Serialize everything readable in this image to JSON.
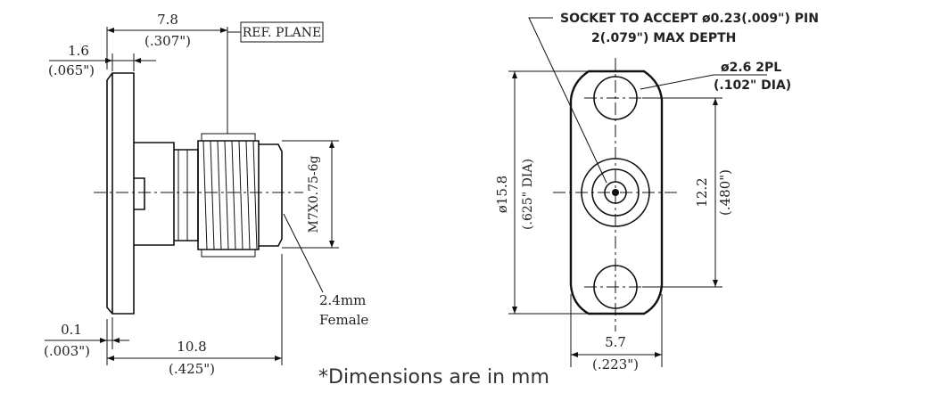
{
  "side_view": {
    "flange_thickness_mm": "1.6",
    "flange_thickness_in": "(.065\")",
    "length_to_ref_mm": "7.8",
    "length_to_ref_in": "(.307\")",
    "ref_plane_label": "REF. PLANE",
    "thread_label": "M7X0.75-6g",
    "gap_mm": "0.1",
    "gap_in": "(.003\")",
    "overall_length_mm": "10.8",
    "overall_length_in": "(.425\")",
    "connector_size": "2.4mm",
    "connector_gender": "Female"
  },
  "front_view": {
    "socket_note_line1": "SOCKET TO ACCEPT ø0.23(.009\") PIN",
    "socket_note_line2": "2(.079\") MAX DEPTH",
    "hole_dia_line1": "ø2.6 2PL",
    "hole_dia_line2": "(.102\" DIA)",
    "flange_dia_mm": "ø15.8",
    "flange_dia_in": "(.625\" DIA)",
    "hole_spacing_mm": "12.2",
    "hole_spacing_in": "(.480\")",
    "flange_width_mm": "5.7",
    "flange_width_in": "(.223\")"
  },
  "caption": "*Dimensions are in mm"
}
